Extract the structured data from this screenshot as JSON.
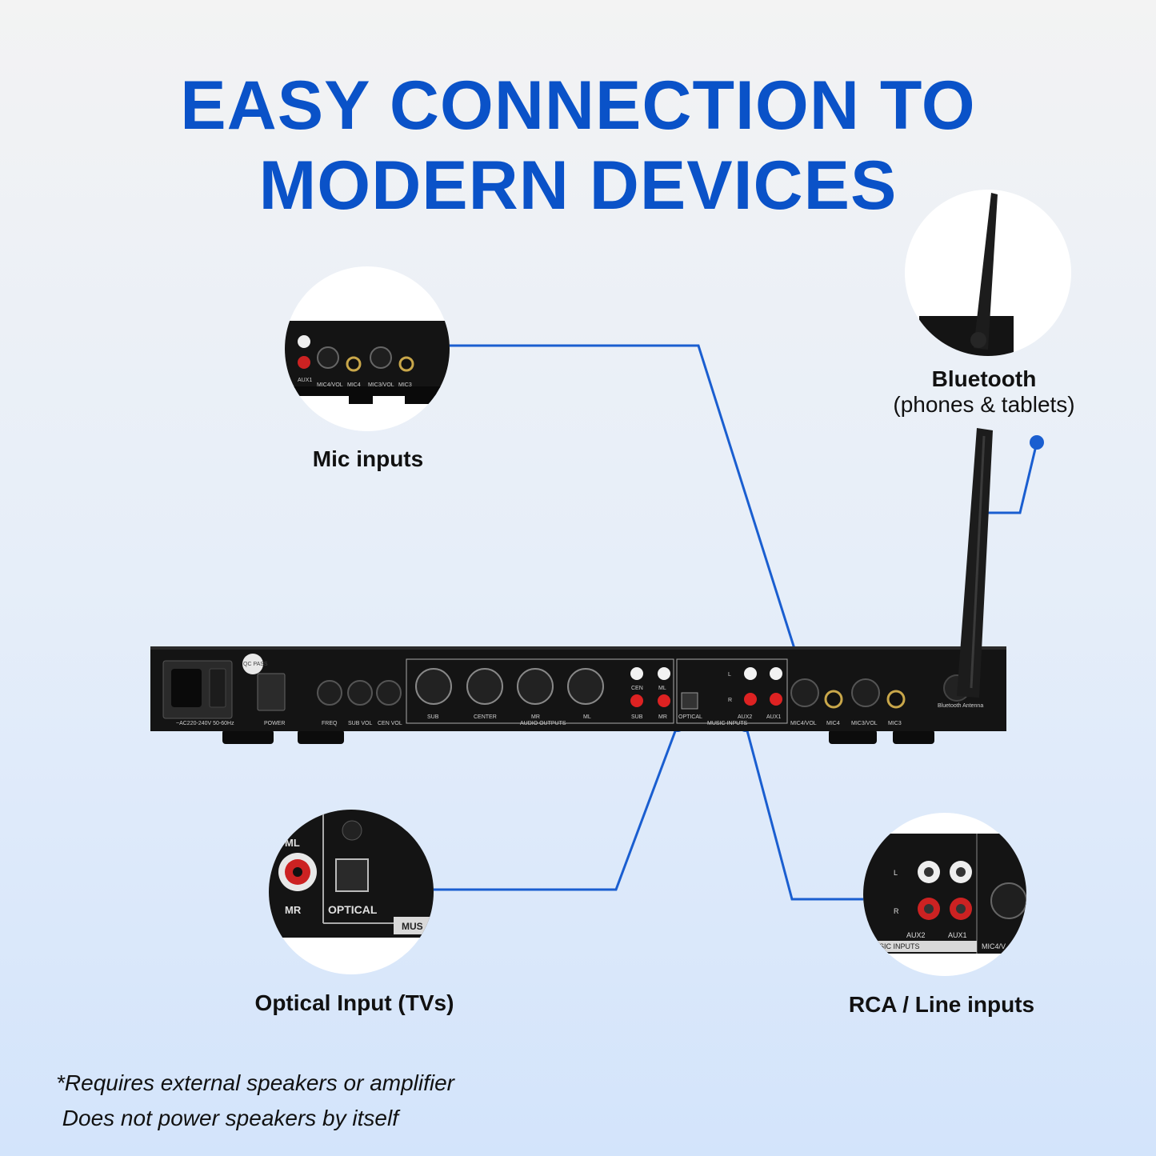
{
  "headline": {
    "line1": "EASY CONNECTION TO",
    "line2": "MODERN DEVICES"
  },
  "callouts": {
    "mic": {
      "label": "Mic inputs"
    },
    "bluetooth": {
      "label": "Bluetooth",
      "sublabel": "(phones & tablets)"
    },
    "optical": {
      "label": "Optical Input (TVs)"
    },
    "rca": {
      "label": "RCA / Line inputs"
    }
  },
  "zoom_texts": {
    "mic": {
      "aux1": "AUX1",
      "mic4vol": "MIC4/VOL",
      "mic4": "MIC4",
      "mic3vol": "MIC3/VOL",
      "mic3": "MIC3"
    },
    "optical": {
      "ml": "ML",
      "mr": "MR",
      "optical": "OPTICAL",
      "music": "MUS"
    },
    "rca": {
      "l": "L",
      "r": "R",
      "aux2": "AUX2",
      "aux1": "AUX1",
      "music_inputs": "SIC INPUTS",
      "mic4v": "MIC4/V"
    }
  },
  "device": {
    "power_rating": "~AC220-240V 50-60Hz",
    "qc": "QC PASS",
    "power": "POWER",
    "freq": "FREQ",
    "sub_vol": "SUB VOL",
    "cen_vol": "CEN VOL",
    "sub": "SUB",
    "center": "CENTER",
    "mr": "MR",
    "ml": "ML",
    "audio_outputs": "AUDIO OUTPUTS",
    "cen": "CEN",
    "optical": "OPTICAL",
    "music_inputs": "MUSIC INPUTS",
    "l": "L",
    "r": "R",
    "aux2": "AUX2",
    "aux1": "AUX1",
    "mic4vol": "MIC4/VOL",
    "mic4": "MIC4",
    "mic3vol": "MIC3/VOL",
    "mic3": "MIC3",
    "bt_antenna": "Bluetooth Antenna"
  },
  "footnote": {
    "line1": "*Requires external speakers or amplifier",
    "line2": " Does not power speakers by itself"
  },
  "colors": {
    "accent": "#0a52c8",
    "line": "#1a5ed0",
    "device": "#111111"
  }
}
